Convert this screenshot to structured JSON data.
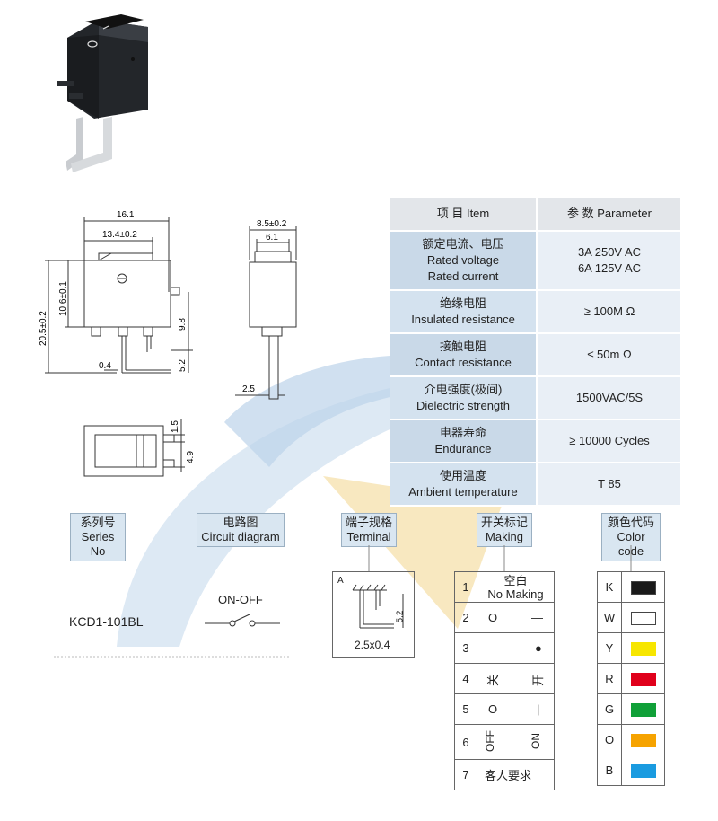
{
  "colors": {
    "accent_blue": "#bcd3ea",
    "accent_yellow": "#f6e2b0",
    "header_bg": "#d9e6f1"
  },
  "dims": {
    "front_width_total": "16.1",
    "front_width_inner": "13.4±0.2",
    "front_height_total": "20.5±0.2",
    "front_height_body": "10.6±0.1",
    "front_pin_height": "9.8",
    "front_pin_tail": "5.2",
    "front_pin_thickness": "0.4",
    "side_width_total": "8.5±0.2",
    "side_width_top": "6.1",
    "side_pin_width": "2.5",
    "bottom_dim_a": "1.5",
    "bottom_dim_b": "4.9"
  },
  "spec": {
    "header": {
      "item": "项 目  Item",
      "parameter": "参 数  Parameter"
    },
    "rows": [
      {
        "cn": "额定电流、电压",
        "en1": "Rated voltage",
        "en2": "Rated current",
        "v1": "3A 250V AC",
        "v2": "6A 125V AC"
      },
      {
        "cn": "绝缘电阻",
        "en1": "Insulated resistance",
        "v1": "≥ 100M Ω"
      },
      {
        "cn": "接触电阻",
        "en1": "Contact resistance",
        "v1": "≤ 50m Ω"
      },
      {
        "cn": "介电强度(极间)",
        "en1": "Dielectric strength",
        "v1": "1500VAC/5S"
      },
      {
        "cn": "电器寿命",
        "en1": "Endurance",
        "v1": "≥ 10000 Cycles"
      },
      {
        "cn": "使用温度",
        "en1": "Ambient temperature",
        "v1": "T 85"
      }
    ]
  },
  "sections": {
    "series": {
      "cn": "系列号",
      "en": "Series No",
      "value": "KCD1-101BL"
    },
    "circuit": {
      "cn": "电路图",
      "en": "Circuit diagram",
      "value": "ON-OFF"
    },
    "terminal": {
      "cn": "端子规格",
      "en": "Terminal",
      "tag": "A",
      "dim_height": "5.2",
      "value": "2.5x0.4"
    },
    "making": {
      "cn": "开关标记",
      "en": "Making"
    },
    "color": {
      "cn": "颜色代码",
      "en": "Color code"
    }
  },
  "making_rows": [
    {
      "n": "1",
      "l1": "空白",
      "l2": "No Making"
    },
    {
      "n": "2",
      "a": "O",
      "b": "—"
    },
    {
      "n": "3",
      "b": "●"
    },
    {
      "n": "4",
      "a": "关",
      "b": "开"
    },
    {
      "n": "5",
      "a": "O",
      "b": "|"
    },
    {
      "n": "6",
      "a": "OFF",
      "b": "ON"
    },
    {
      "n": "7",
      "l1": "客人要求"
    }
  ],
  "color_rows": [
    {
      "code": "K",
      "color": "#1a1a1a"
    },
    {
      "code": "W",
      "color": "#ffffff"
    },
    {
      "code": "Y",
      "color": "#f7e600"
    },
    {
      "code": "R",
      "color": "#e0001b"
    },
    {
      "code": "G",
      "color": "#10a038"
    },
    {
      "code": "O",
      "color": "#f6a300"
    },
    {
      "code": "B",
      "color": "#1a9be0"
    }
  ]
}
